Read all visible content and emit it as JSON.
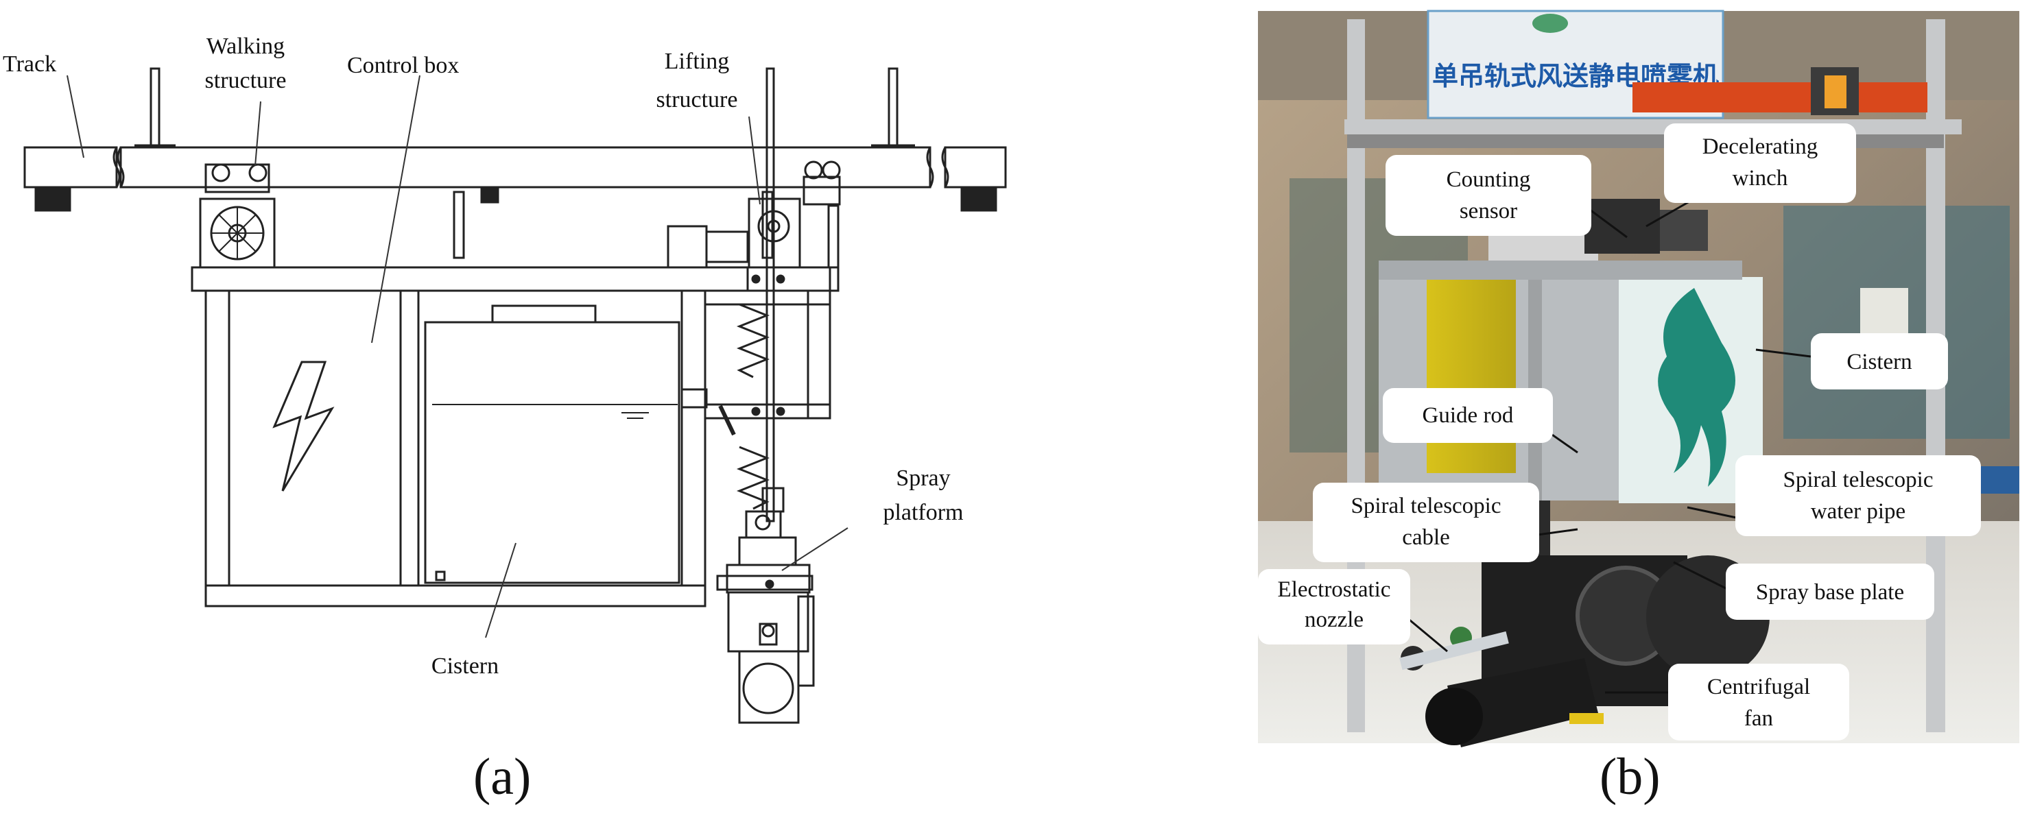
{
  "panel_a": {
    "caption": "(a)",
    "labels": {
      "track": "Track",
      "walking_line1": "Walking",
      "walking_line2": "structure",
      "control_box": "Control box",
      "lifting_line1": "Lifting",
      "lifting_line2": "structure",
      "spray_line1": "Spray",
      "spray_line2": "platform",
      "cistern": "Cistern"
    }
  },
  "panel_b": {
    "caption": "(b)",
    "banner_text": "单吊轨式风送静电喷雾机",
    "callouts": {
      "decelerating_line1": "Decelerating",
      "decelerating_line2": "winch",
      "counting_line1": "Counting",
      "counting_line2": "sensor",
      "cistern": "Cistern",
      "guide_rod": "Guide rod",
      "spiral_cable_line1": "Spiral telescopic",
      "spiral_cable_line2": "cable",
      "spiral_pipe_line1": "Spiral telescopic",
      "spiral_pipe_line2": "water pipe",
      "nozzle_line1": "Electrostatic",
      "nozzle_line2": "nozzle",
      "spray_base": "Spray base plate",
      "fan_line1": "Centrifugal",
      "fan_line2": "fan"
    }
  }
}
